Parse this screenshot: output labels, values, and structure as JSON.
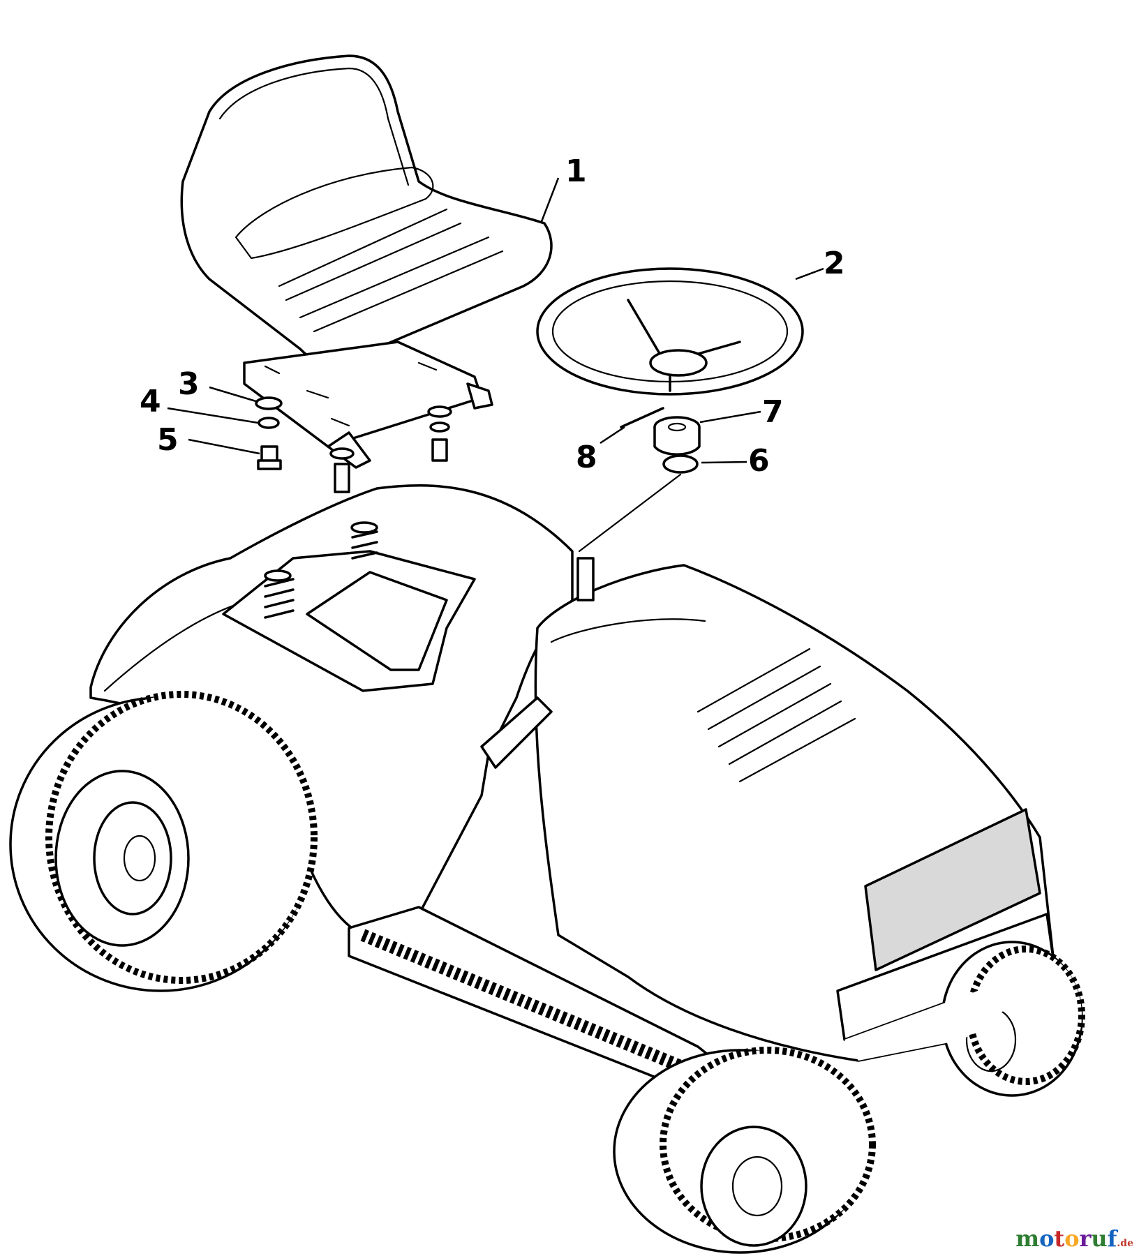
{
  "callouts": [
    {
      "label": "1"
    },
    {
      "label": "2"
    },
    {
      "label": "3"
    },
    {
      "label": "4"
    },
    {
      "label": "5"
    },
    {
      "label": "6"
    },
    {
      "label": "7"
    },
    {
      "label": "8"
    }
  ],
  "watermark": {
    "brand": "motoruf",
    "suffix": ".de",
    "colors": [
      "#2e7d32",
      "#1565c0",
      "#c62828",
      "#f9a825",
      "#6a1b9a"
    ]
  }
}
